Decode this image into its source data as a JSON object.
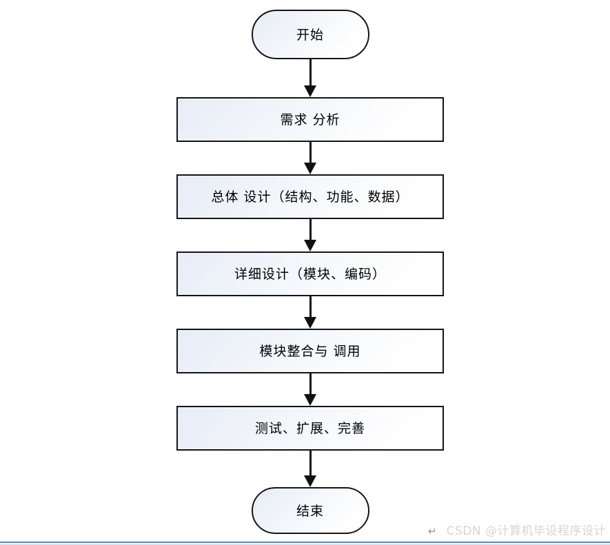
{
  "flowchart": {
    "direction": "top-down",
    "nodes": [
      {
        "id": "start",
        "type": "terminator",
        "label": "开始"
      },
      {
        "id": "requirements-analysis",
        "type": "process",
        "label": "需求 分析"
      },
      {
        "id": "overall-design",
        "type": "process",
        "label": "总体 设计（结构、功能、数据）"
      },
      {
        "id": "detailed-design",
        "type": "process",
        "label": "详细设计（模块、编码）"
      },
      {
        "id": "module-integration",
        "type": "process",
        "label": "模块整合与 调用"
      },
      {
        "id": "testing",
        "type": "process",
        "label": "测试、扩展、完善"
      },
      {
        "id": "end",
        "type": "terminator",
        "label": "结束"
      }
    ],
    "connectors": "solid black down-arrows between consecutive nodes",
    "colors": {
      "border": "#141414",
      "fill_top_left": "#e7ecf6",
      "fill_bottom_right": "#ffffff",
      "arrow": "#111111",
      "text": "#000000"
    }
  },
  "watermark": {
    "return_symbol": "↵",
    "text": "CSDN @计算机毕设程序设计",
    "text_color": "#d5d5d5",
    "symbol_color": "#8f8f8f"
  },
  "footer_rule": {
    "dark_color": "#5e87ac",
    "light_color": "#d9e6f2"
  }
}
